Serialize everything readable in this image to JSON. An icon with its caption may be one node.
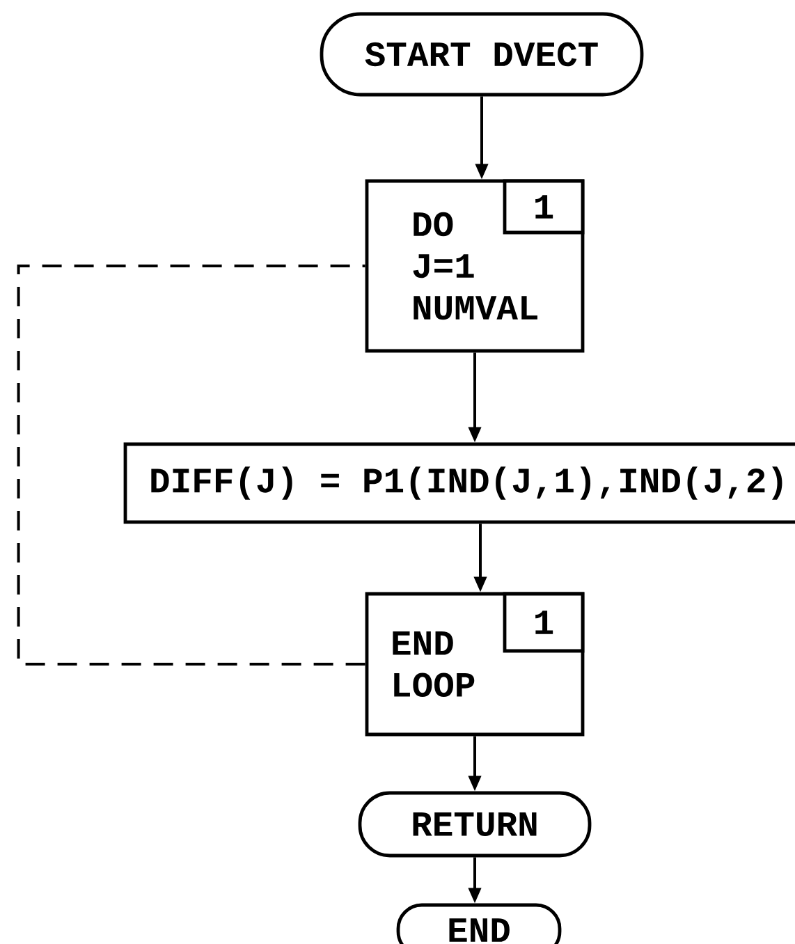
{
  "diagram": {
    "nodes": [
      {
        "text": [
          "START DVECT"
        ]
      },
      {
        "text": [
          "DO J=1 NUMVAL"
        ]
      },
      {
        "text": [
          "1"
        ],
        "in": 1
      },
      {
        "text": [
          "DIFF(J) = P1(IND(J,1),IND(J,2)"
        ]
      },
      {
        "text": [
          "END LOOP"
        ]
      },
      {
        "text": [
          "1"
        ],
        "in": 4
      },
      {
        "text": [
          "RETURN"
        ]
      },
      {
        "text": [
          "END"
        ]
      }
    ],
    "edges": [
      {
        "from": 0,
        "to": 1,
        "arrow": "to"
      },
      {
        "from": 1,
        "to": 3,
        "arrow": "to"
      },
      {
        "from": 3,
        "to": 4,
        "arrow": "to"
      },
      {
        "from": 4,
        "to": 6,
        "arrow": "to"
      },
      {
        "from": 6,
        "to": 7,
        "arrow": "to"
      },
      {
        "from": 4,
        "to": 1,
        "arrow": "none",
        "style": "dashed"
      }
    ]
  }
}
